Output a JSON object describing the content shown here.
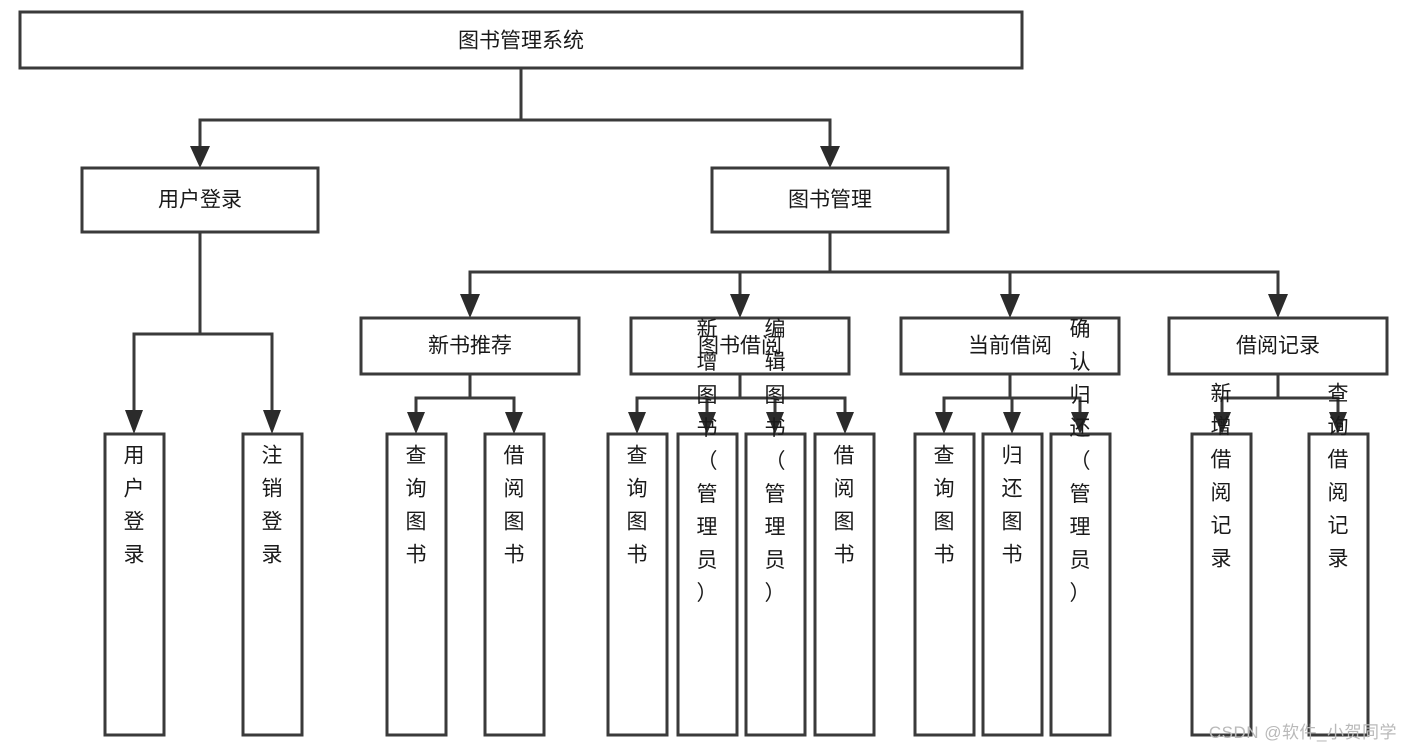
{
  "diagram": {
    "title": "图书管理系统",
    "type": "tree-hierarchy",
    "orientation": "top-down",
    "watermark": "CSDN @软件_小贺同学",
    "colors": {
      "box_stroke": "#3a3a3a",
      "box_fill": "#ffffff",
      "connector": "#3a3a3a",
      "arrow": "#2b2b2b",
      "text": "#1a1a1a",
      "watermark": "#b9b9b9",
      "background": "#ffffff"
    },
    "root": {
      "label": "图书管理系统"
    },
    "level2": [
      {
        "label": "用户登录"
      },
      {
        "label": "图书管理"
      }
    ],
    "level3": [
      {
        "label": "新书推荐"
      },
      {
        "label": "图书借阅"
      },
      {
        "label": "当前借阅"
      },
      {
        "label": "借阅记录"
      }
    ],
    "leaves": {
      "user_login": [
        {
          "label": "用户登录"
        },
        {
          "label": "注销登录"
        }
      ],
      "new_book_recommend": [
        {
          "label": "查询图书"
        },
        {
          "label": "借阅图书"
        }
      ],
      "book_borrow": [
        {
          "label": "查询图书"
        },
        {
          "label": "新增图书（管理员）"
        },
        {
          "label": "编辑图书（管理员）"
        },
        {
          "label": "借阅图书"
        }
      ],
      "current_borrow": [
        {
          "label": "查询图书"
        },
        {
          "label": "归还图书"
        },
        {
          "label": "确认归还（管理员）"
        }
      ],
      "borrow_record": [
        {
          "label": "新增借阅记录"
        },
        {
          "label": "查询借阅记录"
        }
      ]
    }
  }
}
